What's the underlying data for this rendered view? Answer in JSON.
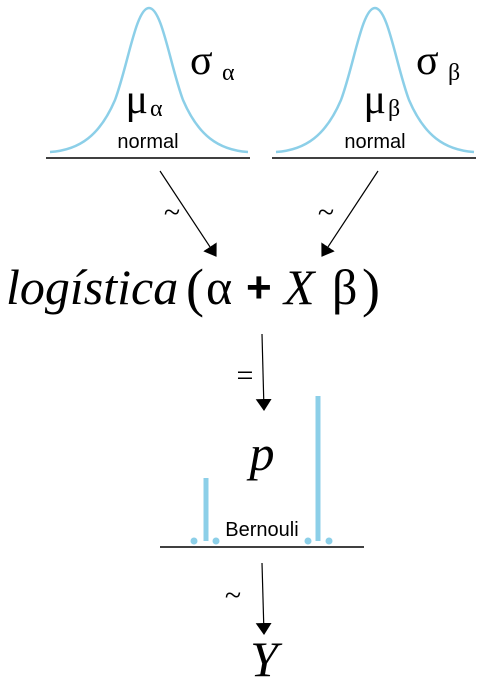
{
  "priors": [
    {
      "mean_symbol": "μ",
      "mean_subscript": "α",
      "sd_symbol": "σ",
      "sd_subscript": "α",
      "distribution": "normal"
    },
    {
      "mean_symbol": "μ",
      "mean_subscript": "β",
      "sd_symbol": "σ",
      "sd_subscript": "β",
      "distribution": "normal"
    }
  ],
  "relations": {
    "tilde": "~",
    "equals": "="
  },
  "formula": {
    "function_name": "logística",
    "open_paren": "(",
    "alpha": "α",
    "plus": "+",
    "x": "X",
    "beta": "β",
    "close_paren": ")"
  },
  "p_label": "p",
  "likelihood": {
    "distribution": "Bernouli"
  },
  "y_label": "Y",
  "colors": {
    "curve": "#8ccfe8",
    "ink": "#000000"
  }
}
